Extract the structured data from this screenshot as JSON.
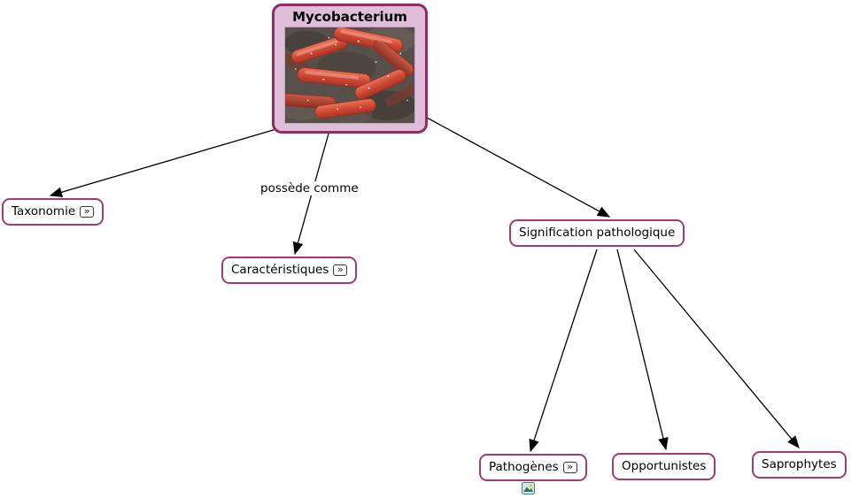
{
  "map": {
    "root_label": "Mycobacterium",
    "edge_label": "possède comme",
    "nodes": {
      "taxonomie": {
        "label": "Taxonomie"
      },
      "caracteristiques": {
        "label": "Caractéristiques"
      },
      "signification": {
        "label": "Signification pathologique"
      },
      "pathogenes": {
        "label": "Pathogènes"
      },
      "opportunistes": {
        "label": "Opportunistes"
      },
      "saprophytes": {
        "label": "Saprophytes"
      }
    },
    "icons": {
      "expand_glyph": "»",
      "image_resource_name": "image-resource-icon"
    }
  },
  "colors": {
    "node_border": "#a33a72",
    "root_border": "#8f2d62",
    "root_fill": "#dfbeda",
    "arrow": "#000000",
    "text": "#000000",
    "background": "#ffffff"
  }
}
